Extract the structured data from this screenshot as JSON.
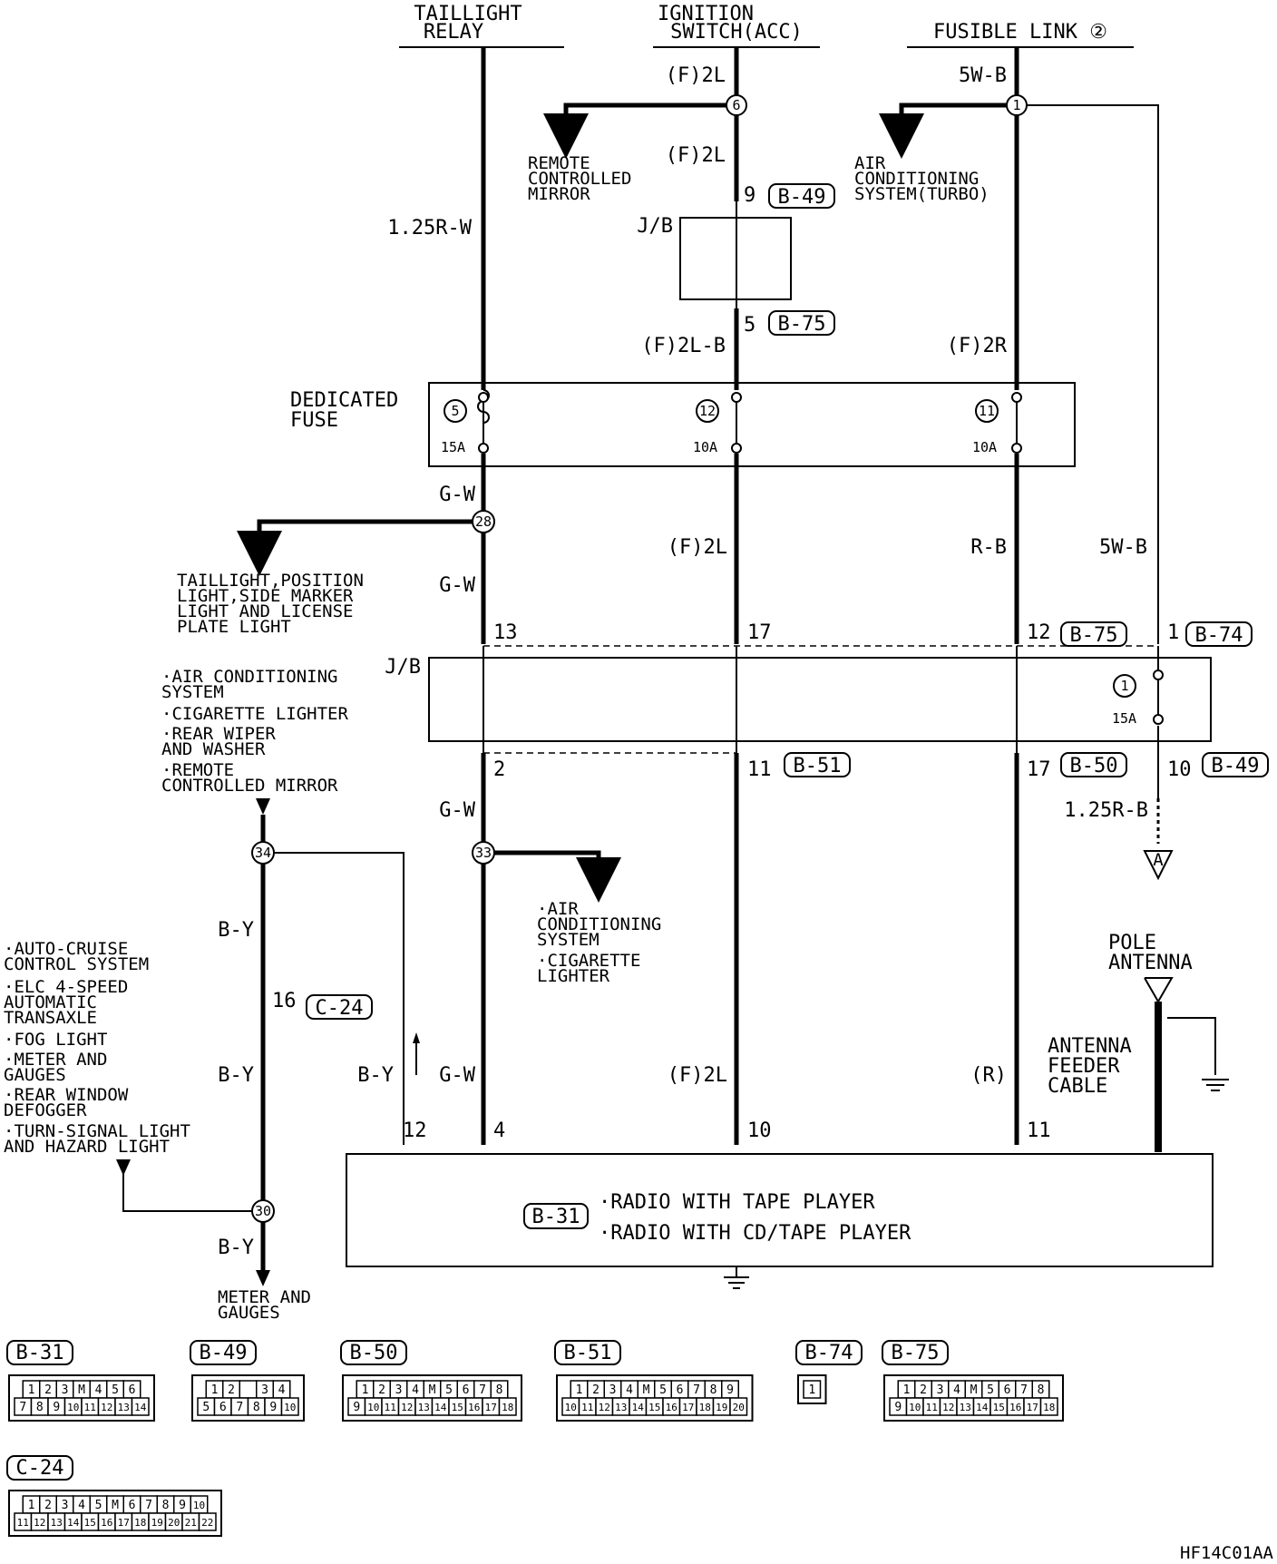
{
  "sources": {
    "taillight": [
      "TAILLIGHT",
      "RELAY"
    ],
    "ignition": [
      "IGNITION",
      "SWITCH(ACC)"
    ],
    "fusible": "FUSIBLE LINK ②"
  },
  "wires": {
    "w1_top": "1.25R-W",
    "ign_top": "(F)2L",
    "ign_mid": "(F)2L",
    "ign_after_jb": "(F)2L-B",
    "fus_top": "5W-B",
    "fus_after": "(F)2R",
    "gw_a": "G-W",
    "gw_b": "G-W",
    "ign_lower": "(F)2L",
    "rb": "R-B",
    "w5b": "5W-B",
    "gw_c": "G-W",
    "rb125": "1.25R-B",
    "by_a": "B-Y",
    "by_b": "B-Y",
    "by_c": "B-Y",
    "by_d": "B-Y",
    "gw_d": "G-W",
    "f2l_bot": "(F)2L",
    "r_bot": "(R)"
  },
  "branches": {
    "remote_mirror": [
      "REMOTE",
      "CONTROLLED",
      "MIRROR"
    ],
    "ac_turbo": [
      "AIR",
      "CONDITIONING",
      "SYSTEM(TURBO)"
    ],
    "taillight_pos": [
      "TAILLIGHT,POSITION",
      "LIGHT,SIDE MARKER",
      "LIGHT AND LICENSE",
      "PLATE LIGHT"
    ],
    "jb_list": [
      "·AIR CONDITIONING",
      " SYSTEM",
      "·CIGARETTE LIGHTER",
      "·REAR WIPER",
      " AND WASHER",
      "·REMOTE",
      " CONTROLLED MIRROR"
    ],
    "ac_cig": [
      "·AIR",
      " CONDITIONING",
      " SYSTEM",
      "·CIGARETTE",
      " LIGHTER"
    ],
    "left_list": [
      "·AUTO-CRUISE",
      " CONTROL SYSTEM",
      "·ELC 4-SPEED",
      " AUTOMATIC",
      " TRANSAXLE",
      "·FOG LIGHT",
      "·METER AND",
      " GAUGES",
      "·REAR WINDOW",
      " DEFOGGER",
      "·TURN-SIGNAL LIGHT",
      " AND HAZARD LIGHT"
    ],
    "meter": [
      "METER AND",
      "GAUGES"
    ]
  },
  "junctions": {
    "j6": "6",
    "j1": "1",
    "j28": "28",
    "j34": "34",
    "j33": "33",
    "j30": "30"
  },
  "jb_label": "J/B",
  "fuse_box": {
    "title": [
      "DEDICATED",
      "FUSE"
    ],
    "fuses": [
      {
        "num": "5",
        "rating": "15A"
      },
      {
        "num": "12",
        "rating": "10A"
      },
      {
        "num": "11",
        "rating": "10A"
      }
    ]
  },
  "jb_fuse": {
    "num": "1",
    "rating": "15A"
  },
  "pins": {
    "p9": "9",
    "p5": "5",
    "p13": "13",
    "p17": "17",
    "p12": "12",
    "p1": "1",
    "p2": "2",
    "p11": "11",
    "p17b": "17",
    "p10": "10",
    "p16": "16",
    "r12": "12",
    "r4": "4",
    "r10": "10",
    "r11": "11"
  },
  "conn_refs": {
    "b49": "B-49",
    "b75": "B-75",
    "b75b": "B-75",
    "b74": "B-74",
    "b51": "B-51",
    "b50": "B-50",
    "b49b": "B-49",
    "c24": "C-24",
    "b31": "B-31"
  },
  "terminal_A": "A",
  "antenna": {
    "pole": [
      "POLE",
      "ANTENNA"
    ],
    "feeder": [
      "ANTENNA",
      "FEEDER",
      "CABLE"
    ]
  },
  "radio": [
    "·RADIO WITH TAPE PLAYER",
    "·RADIO WITH CD/TAPE PLAYER"
  ],
  "connectors": [
    {
      "id": "B-31",
      "rows": [
        [
          "1",
          "2",
          "3",
          "M",
          "4",
          "5",
          "6"
        ],
        [
          "7",
          "8",
          "9",
          "10",
          "11",
          "12",
          "13",
          "14"
        ]
      ]
    },
    {
      "id": "B-49",
      "rows": [
        [
          "1",
          "2",
          "",
          "3",
          "4"
        ],
        [
          "5",
          "6",
          "7",
          "8",
          "9",
          "10"
        ]
      ]
    },
    {
      "id": "B-50",
      "rows": [
        [
          "1",
          "2",
          "3",
          "4",
          "M",
          "5",
          "6",
          "7",
          "8"
        ],
        [
          "9",
          "10",
          "11",
          "12",
          "13",
          "14",
          "15",
          "16",
          "17",
          "18"
        ]
      ]
    },
    {
      "id": "B-51",
      "rows": [
        [
          "1",
          "2",
          "3",
          "4",
          "M",
          "5",
          "6",
          "7",
          "8",
          "9"
        ],
        [
          "10",
          "11",
          "12",
          "13",
          "14",
          "15",
          "16",
          "17",
          "18",
          "19",
          "20"
        ]
      ]
    },
    {
      "id": "B-74",
      "rows": [
        [
          "1"
        ]
      ]
    },
    {
      "id": "B-75",
      "rows": [
        [
          "1",
          "2",
          "3",
          "4",
          "M",
          "5",
          "6",
          "7",
          "8"
        ],
        [
          "9",
          "10",
          "11",
          "12",
          "13",
          "14",
          "15",
          "16",
          "17",
          "18"
        ]
      ]
    },
    {
      "id": "C-24",
      "rows": [
        [
          "1",
          "2",
          "3",
          "4",
          "5",
          "M",
          "6",
          "7",
          "8",
          "9",
          "10"
        ],
        [
          "11",
          "12",
          "13",
          "14",
          "15",
          "16",
          "17",
          "18",
          "19",
          "20",
          "21",
          "22"
        ]
      ]
    }
  ],
  "figure_code": "HF14C01AA"
}
